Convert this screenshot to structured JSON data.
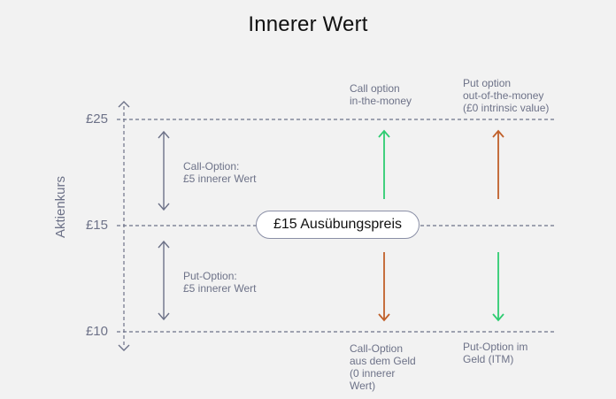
{
  "title": "Innerer Wert",
  "axis_label": "Aktienkurs",
  "ticks": {
    "high": "£25",
    "mid": "£15",
    "low": "£10"
  },
  "strike_label": "£15 Ausübungspreis",
  "left_notes": {
    "upper": [
      "Call-Option:",
      "£5 innerer Wert"
    ],
    "lower": [
      "Put-Option:",
      "£5 innerer Wert"
    ]
  },
  "call_column": {
    "top": [
      "Call option",
      "in-the-money"
    ],
    "bottom": [
      "Call-Option",
      "aus dem Geld",
      "(0 innerer",
      "Wert)"
    ]
  },
  "put_column": {
    "top": [
      "Put option",
      "out-of-the-money",
      "(£0 intrinsic value)"
    ],
    "bottom": [
      "Put-Option im",
      "Geld (ITM)"
    ]
  },
  "colors": {
    "axis": "#6d7288",
    "green": "#2ecc71",
    "orange": "#c0602a"
  }
}
